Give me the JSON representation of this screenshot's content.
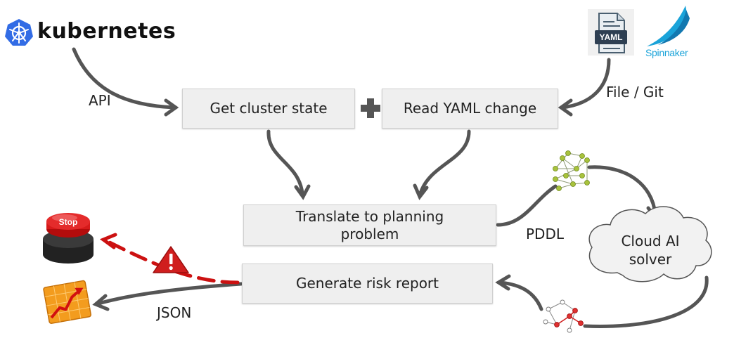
{
  "logos": {
    "kubernetes": "kubernetes",
    "spinnaker": "Spinnaker",
    "yaml_file": "YAML",
    "stop_button": "Stop"
  },
  "boxes": {
    "get_cluster_state": "Get cluster state",
    "read_yaml_change": "Read YAML change",
    "translate_line1": "Translate to planning",
    "translate_line2": "problem",
    "generate_risk_report": "Generate risk report"
  },
  "cloud": {
    "line1": "Cloud AI",
    "line2": "solver"
  },
  "labels": {
    "api": "API",
    "file_git": "File / Git",
    "pddl": "PDDL",
    "json": "JSON"
  },
  "colors": {
    "arrow": "#555555",
    "warning_arrow": "#cc1111",
    "kubernetes_blue": "#326ce5",
    "spinnaker_blue": "#1aa3d9",
    "box_fill": "#efefef",
    "chart_orange": "#f39c1e"
  },
  "icons": [
    "kubernetes-icon",
    "yaml-file-icon",
    "spinnaker-icon",
    "plus-icon",
    "graph-icon",
    "cloud-icon",
    "network-icon",
    "stop-button-icon",
    "warning-icon",
    "chart-icon"
  ]
}
